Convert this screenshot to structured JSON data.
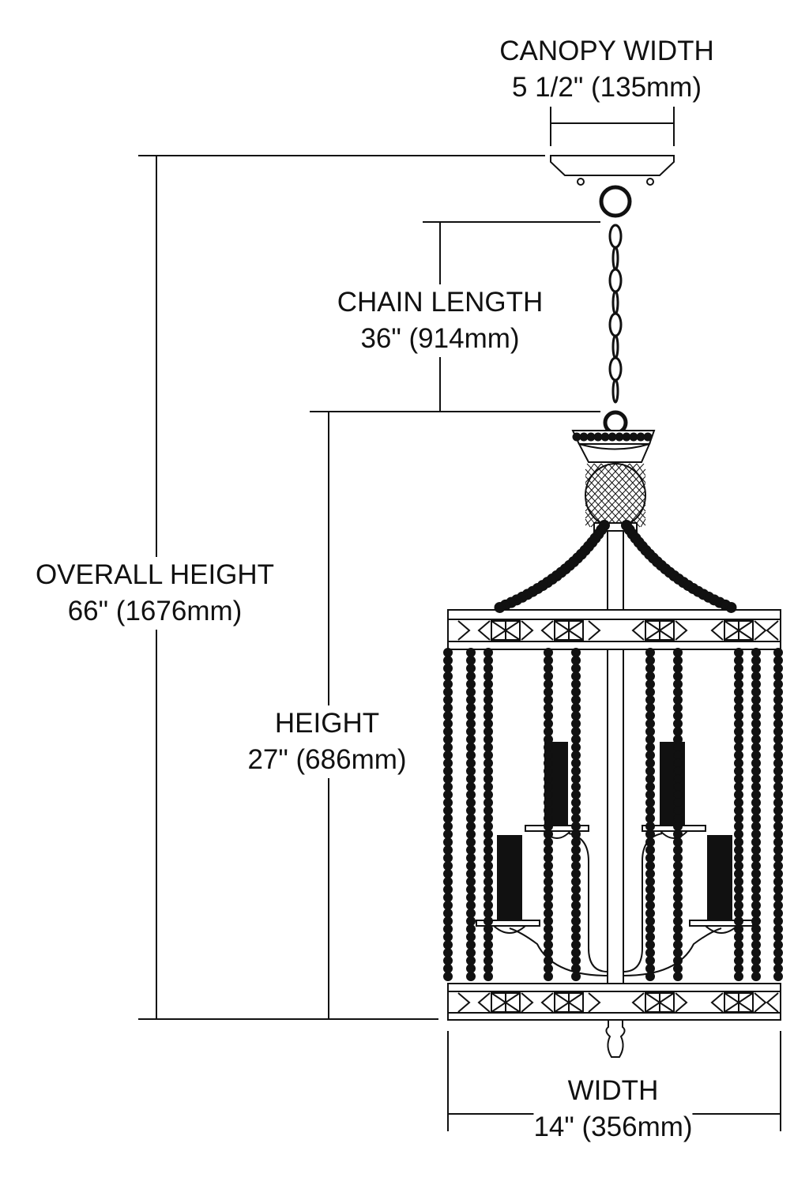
{
  "labels": {
    "canopy": {
      "title": "CANOPY WIDTH",
      "value": "5 1/2\" (135mm)"
    },
    "chain": {
      "title": "CHAIN LENGTH",
      "value": "36\" (914mm)"
    },
    "overall": {
      "title": "OVERALL HEIGHT",
      "value": "66\" (1676mm)"
    },
    "height": {
      "title": "HEIGHT",
      "value": "27\" (686mm)"
    },
    "width": {
      "title": "WIDTH",
      "value": "14\" (356mm)"
    }
  },
  "colors": {
    "line": "#111111",
    "background": "#ffffff"
  }
}
